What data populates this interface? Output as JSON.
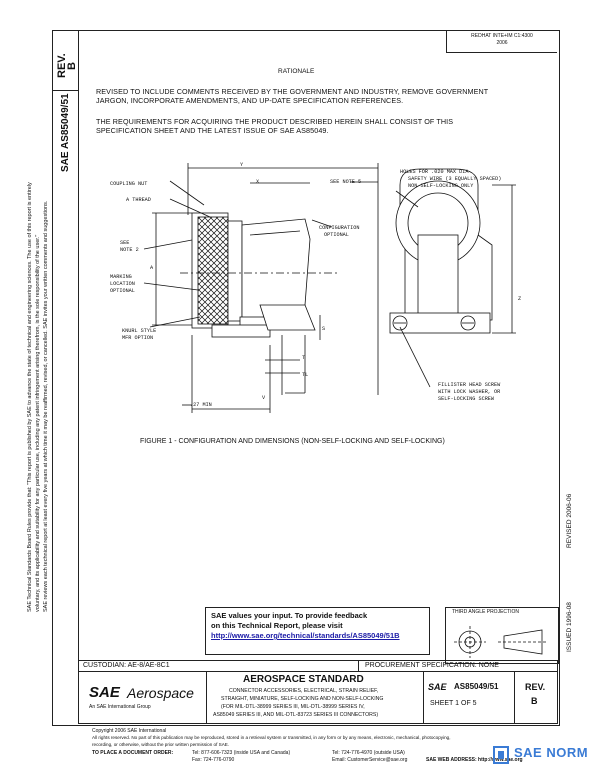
{
  "header": {
    "stamp_line1": "REDHAT  INTE+IM  C1:4300",
    "stamp_line2": "2006",
    "rev_label": "REV.",
    "rev_value": "B",
    "doc_vertical": "SAE AS85049/51"
  },
  "rationale": {
    "title": "RATIONALE",
    "para1_line1": "REVISED TO INCLUDE COMMENTS RECEIVED BY THE GOVERNMENT AND INDUSTRY, REMOVE GOVERNMENT",
    "para1_line2": "JARGON, INCORPORATE AMENDMENTS, AND UP-DATE SPECIFICATION REFERENCES.",
    "para2_line1": "THE REQUIREMENTS FOR ACQUIRING THE PRODUCT DESCRIBED HEREIN SHALL CONSIST OF THIS",
    "para2_line2": "SPECIFICATION SHEET AND THE LATEST ISSUE OF SAE AS85049."
  },
  "drawing": {
    "labels": {
      "coupling_nut": "COUPLING NUT",
      "a_thread": "A THREAD",
      "see_note_2a": "SEE",
      "see_note_2b": "NOTE 2",
      "marking1": "MARKING",
      "marking2": "LOCATION",
      "marking3": "OPTIONAL",
      "knurl1": "KNURL STYLE",
      "knurl2": "MFR OPTION",
      "see_note_5": "SEE NOTE 5",
      "config1": "CONFIGURATION",
      "config2": "OPTIONAL",
      "holes1": "HOLES FOR .020 MAX DIA",
      "holes2": "SAFETY WIRE (3 EQUALLY SPACED)",
      "holes3": "NON-SELF-LOCKING ONLY",
      "fillister1": "FILLISTER HEAD SCREW",
      "fillister2": "WITH LOCK WASHER, OR",
      "fillister3": "SELF-LOCKING SCREW",
      "dim_y": "Y",
      "dim_x": "X",
      "dim_z": "Z",
      "dim_t": "T",
      "dim_tl": "TL",
      "dim_v": "V",
      "dim_s": "S",
      "dim_a": "A",
      "dim_27": ".27 MIN"
    },
    "figure_caption": "FIGURE 1 - CONFIGURATION AND DIMENSIONS (NON-SELF-LOCKING AND SELF-LOCKING)"
  },
  "side_notes": {
    "line1": "SAE Technical Standards Board Rules provide that: \"This report is published by SAE to advance the state of technical and engineering sciences. The use of this report is entirely",
    "line2": "voluntary, and its applicability and suitability for any particular use, including any patent infringement arising therefrom, is the sole responsibility of the user.\"",
    "line3": "SAE reviews each technical report at least every five years at which time it may be reaffirmed, revised, or cancelled. SAE invites your written comments and suggestions.",
    "right_vertical1": "ISSUED 1996-08",
    "right_vertical2": "REVISED 2006-06"
  },
  "feedback": {
    "line1": "SAE values your input. To provide feedback",
    "line2": "on this Technical Report, please visit",
    "link": "http://www.sae.org/technical/standards/AS85049/51B"
  },
  "projection": {
    "label": "THIRD ANGLE PROJECTION"
  },
  "footer": {
    "custodian": "CUSTODIAN: AE-8/AE-8C1",
    "procurement": "PROCUREMENT SPECIFICATION: NONE",
    "logo_sae": "SAE",
    "logo_aero": "Aerospace",
    "logo_sub": "An SAE International Group",
    "standard_title": "AEROSPACE STANDARD",
    "desc_line1": "CONNECTOR ACCESSORIES, ELECTRICAL, STRAIN RELIEF,",
    "desc_line2": "STRAIGHT, MINIATURE, SELF-LOCKING AND NON-SELF-LOCKING",
    "desc_line3": "(FOR MIL-DTL-38999 SERIES III, MIL-DTL-38999 SERIES IV,",
    "desc_line4": "AS85049 SERIES III, AND MIL-DTL-83723 SERIES III CONNECTORS)",
    "sae_small": "SAE",
    "doc_number": "AS85049/51",
    "sheet": "SHEET 1 OF 5",
    "rev_label": "REV.",
    "rev_value": "B"
  },
  "bottom": {
    "copyright": "Copyright 2006 SAE International",
    "rights": "All rights reserved. No part of this publication may be reproduced, stored in a retrieval system or transmitted, in any form or by any means, electronic, mechanical, photocopying,",
    "rights2": "recording, or otherwise, without the prior written permission of SAE.",
    "order": "TO PLACE A DOCUMENT ORDER:",
    "tel1": "Tel: 877-606-7323 (inside USA and Canada)",
    "fax1": "Fax: 724-776-0790",
    "tel2": "Tel: 724-776-4970 (outside USA)",
    "email": "Email: CustomerService@sae.org",
    "web": "SAE WEB ADDRESS: http://www.sae.org",
    "watermark": "SAE NORM"
  }
}
